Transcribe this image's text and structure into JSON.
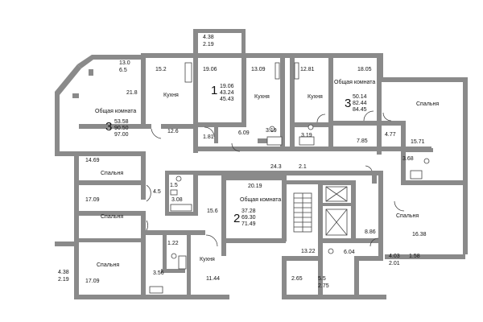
{
  "rooms": {
    "living": "Общая комната",
    "kitchen": "Кухня",
    "bedroom": "Спальня"
  },
  "apartments": [
    {
      "rooms": "3",
      "living_area": "53.58",
      "total_area": "90.50",
      "total_with_balcony": "97.00"
    },
    {
      "rooms": "1",
      "living_area": "19.06",
      "total_area": "43.24",
      "total_with_balcony": "45.43"
    },
    {
      "rooms": "3",
      "living_area": "50.14",
      "total_area": "82.44",
      "total_with_balcony": "84.45"
    },
    {
      "rooms": "2",
      "living_area": "37.28",
      "total_area": "69.30",
      "total_with_balcony": "71.49"
    }
  ],
  "areas": {
    "bay_balcony_a": "13.0",
    "bay_balcony_b": "6.5",
    "living_1": "21.8",
    "kitchen_1": "15.2",
    "hall_1": "12.6",
    "bedroom_1a": "14.69",
    "bedroom_1b": "17.09",
    "bath_1a": "1.5",
    "bath_1b": "3.08",
    "corridor_1": "4.5",
    "top_balcony_a": "4.38",
    "top_balcony_b": "2.19",
    "room_2": "19.06",
    "bath_2": "1.81",
    "hall_2": "6.09",
    "kitchen_3": "13.09",
    "bath_3": "3.19",
    "kitchen_4": "12.81",
    "bath_4": "3.19",
    "living_4": "18.05",
    "hall_4": "7.85",
    "bath_4b": "4.77",
    "bedroom_4a": "15.71",
    "bath_4c": "3.68",
    "bedroom_4b": "16.38",
    "balcony_4a": "4.03",
    "balcony_4b": "2.01",
    "balcony_4c": "1.58",
    "corridor": "24.3",
    "corridor_b": "2.1",
    "living_5": "20.19",
    "hall_5": "15.6",
    "bedroom_1c": "17.09",
    "bath_5a": "1.22",
    "bath_5b": "3.56",
    "kitchen_5": "11.44",
    "left_balcony_a": "4.38",
    "left_balcony_b": "2.19",
    "stair": "13.22",
    "lobby": "2.65",
    "lift_area": "8.86",
    "shaft": "6.04",
    "vest_a": "5.5",
    "vest_b": "2.75"
  }
}
